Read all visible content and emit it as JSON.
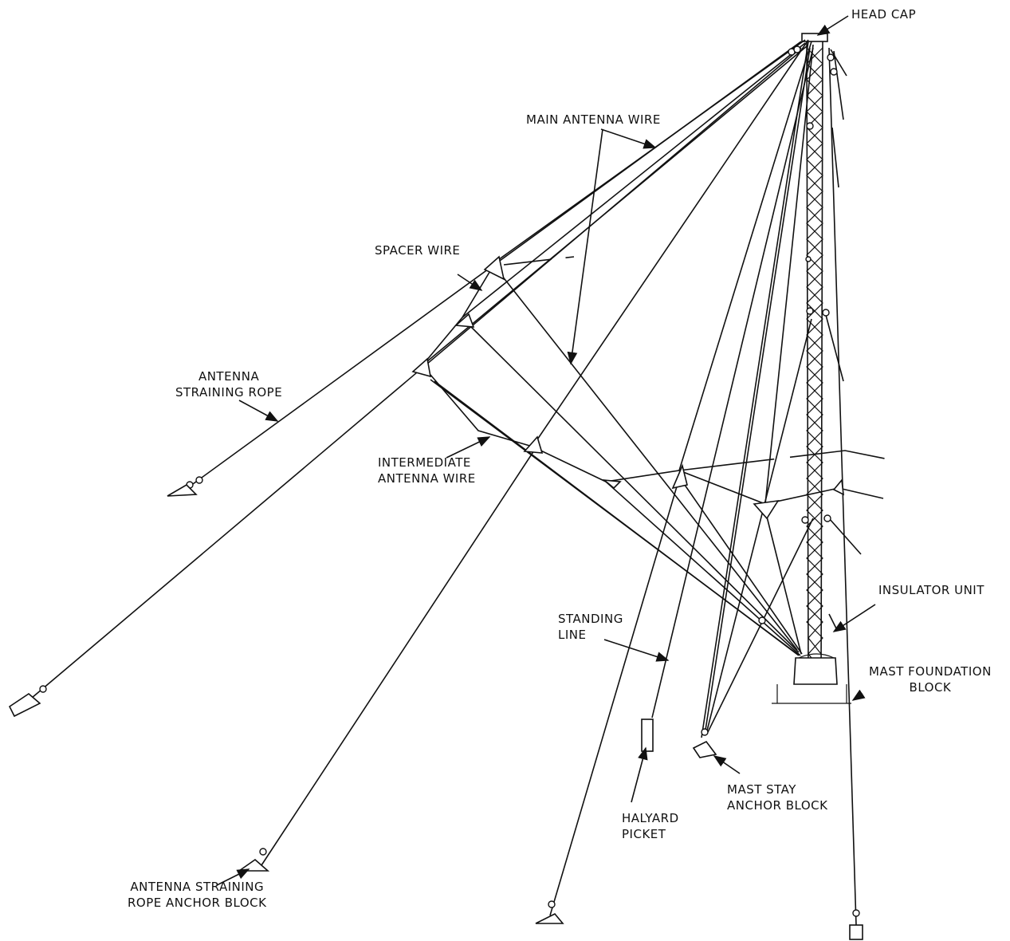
{
  "labels": {
    "head_cap": "HEAD CAP",
    "main_antenna_wire": "MAIN ANTENNA WIRE",
    "spacer_wire": "SPACER WIRE",
    "antenna_straining_rope": [
      "ANTENNA",
      "STRAINING ROPE"
    ],
    "intermediate_antenna_wire": [
      "INTERMEDIATE",
      "ANTENNA WIRE"
    ],
    "insulator_unit": "INSULATOR UNIT",
    "standing_line": [
      "STANDING",
      "LINE"
    ],
    "mast_foundation_block": [
      "MAST FOUNDATION",
      "BLOCK"
    ],
    "halyard_picket": [
      "HALYARD",
      "PICKET"
    ],
    "mast_stay_anchor_block": [
      "MAST STAY",
      "ANCHOR BLOCK"
    ],
    "antenna_straining_rope_anchor_block": [
      "ANTENNA STRAINING",
      "ROPE ANCHOR BLOCK"
    ]
  }
}
